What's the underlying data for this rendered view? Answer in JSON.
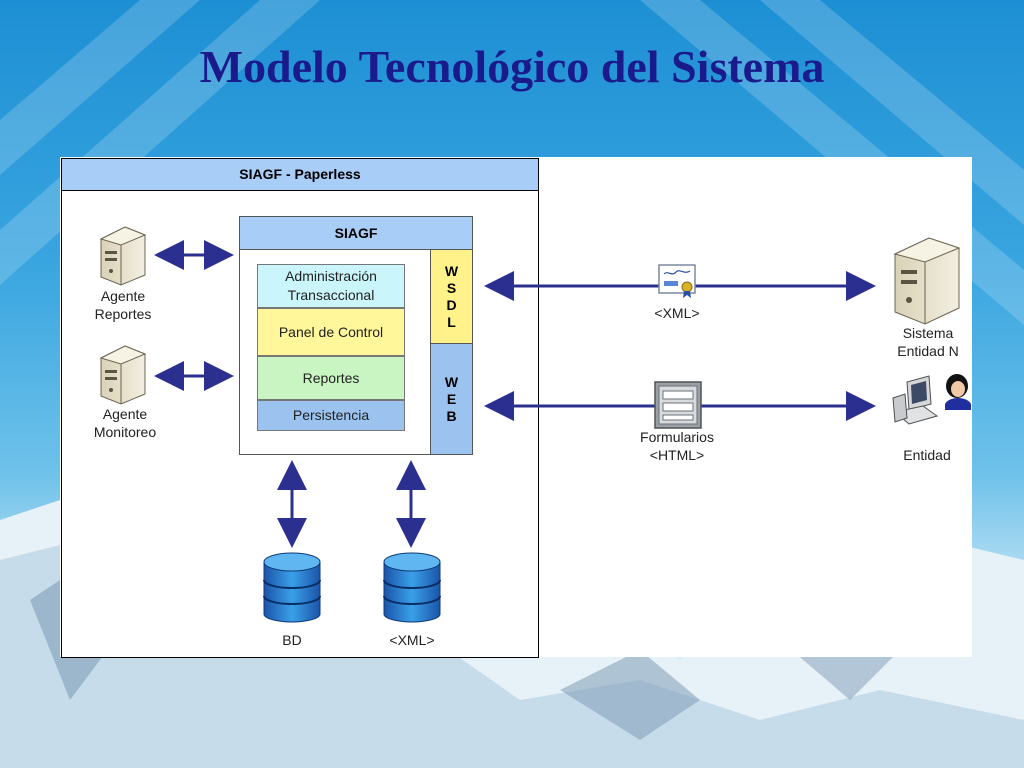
{
  "slide": {
    "title": "Modelo Tecnológico del Sistema"
  },
  "diagram": {
    "frame_title": "SIAGF - Paperless",
    "siagf_title": "SIAGF",
    "layers": {
      "administracion": "Administración Transaccional",
      "panel": "Panel de Control",
      "reportes": "Reportes",
      "persistencia": "Persistencia"
    },
    "wsdl": "W S D L",
    "web": "W E B",
    "agente_reportes": "Agente Reportes",
    "agente_monitoreo": "Agente Monitoreo",
    "bd": "BD",
    "xml_store": "<XML>",
    "xml_channel": "<XML>",
    "formularios": "Formularios <HTML>",
    "sistema": "Sistema Entidad N",
    "entidad": "Entidad"
  },
  "colors": {
    "title": "#1a1a8c",
    "header_blue": "#a8cdf6",
    "admin_cyan": "#c9f5fb",
    "panel_yellow": "#fff799",
    "reportes_green": "#c9f5c3",
    "persistencia_blue": "#9cc3ef",
    "wsdl_yellow": "#fff28a",
    "web_blue": "#9cc3ef",
    "arrow": "#2b2f8f"
  }
}
